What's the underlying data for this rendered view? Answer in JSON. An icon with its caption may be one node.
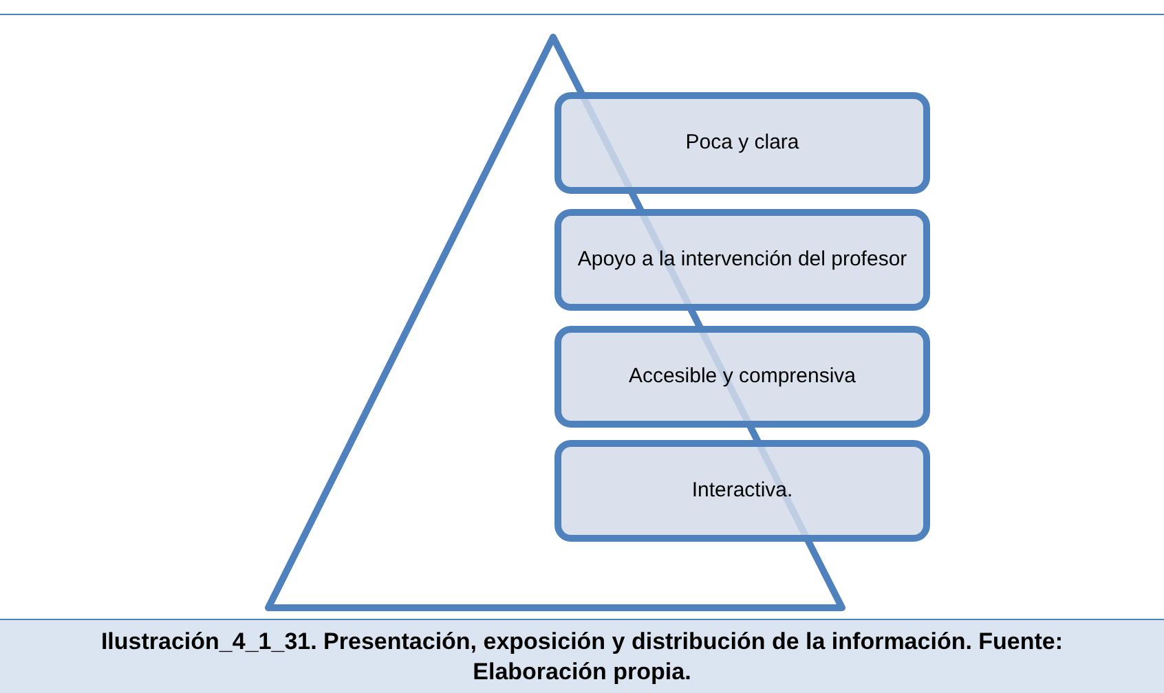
{
  "diagram": {
    "caption": "Ilustración_4_1_31. Presentación, exposición y distribución de la información. Fuente: Elaboración propia.",
    "nodes": [
      {
        "text": [
          "Poca y clara"
        ]
      },
      {
        "text": [
          "Apoyo a la intervención del profesor"
        ]
      },
      {
        "text": [
          "Accesible y comprensiva"
        ]
      },
      {
        "text": [
          "Interactiva."
        ]
      }
    ]
  }
}
